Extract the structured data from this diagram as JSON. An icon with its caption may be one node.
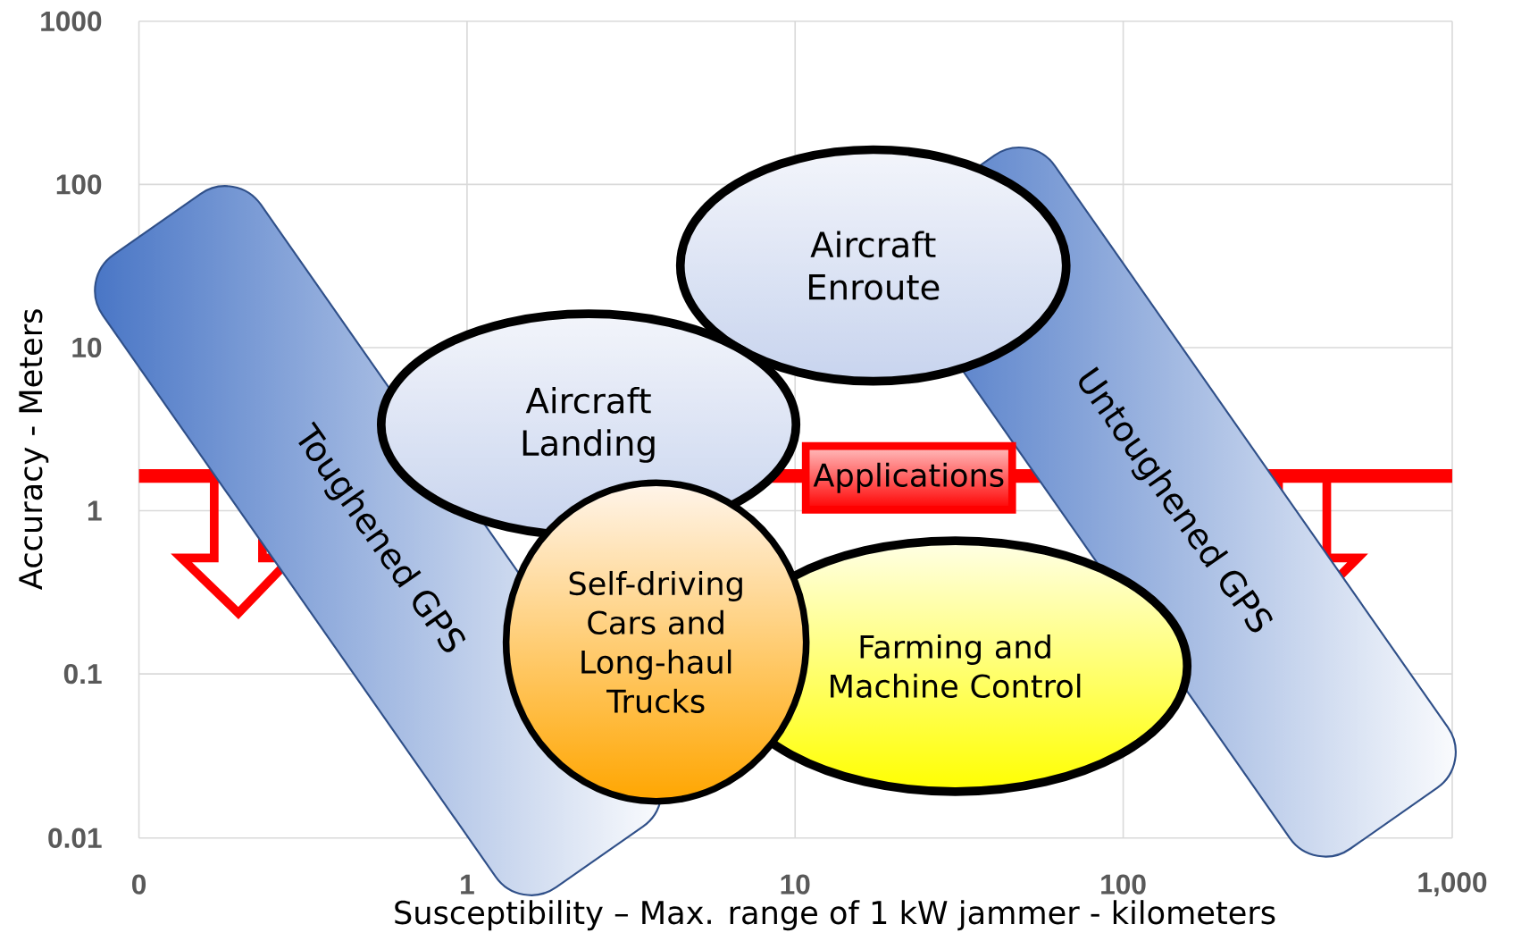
{
  "diagram": {
    "nodes": [
      {
        "text": [
          "Toughened GPS"
        ]
      },
      {
        "text": [
          "Untoughened GPS"
        ]
      },
      {
        "text": [
          "Applications"
        ]
      },
      {
        "text": [
          "Aircraft Enroute"
        ]
      },
      {
        "text": [
          "Aircraft Landing"
        ]
      },
      {
        "text": [
          "Farming and Machine Control"
        ]
      },
      {
        "text": [
          "Self-driving Cars and Long-haul Trucks"
        ]
      }
    ],
    "edges": [],
    "labels": [
      "1000",
      "100",
      "10",
      "1",
      "0.1",
      "0.01",
      "0",
      "1",
      "10",
      "100",
      "1,000",
      "Susceptibility – Max. range  of 1 kW jammer - kilometers",
      "Accuracy - Meters"
    ]
  }
}
